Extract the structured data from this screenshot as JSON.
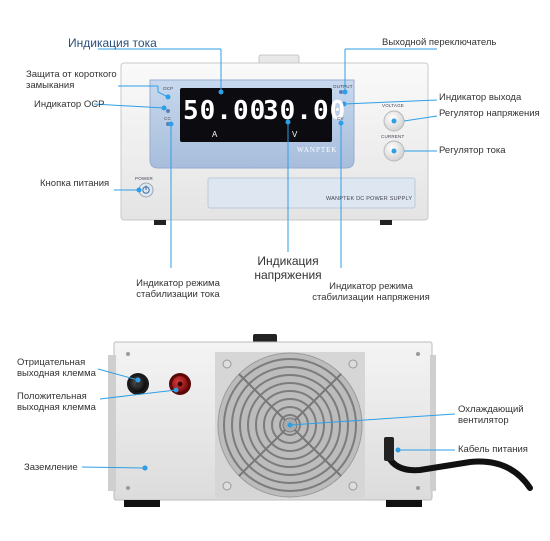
{
  "front": {
    "display": {
      "current_value": "50.00",
      "current_unit": "A",
      "voltage_value": "30.00",
      "voltage_unit": "V",
      "brand": "WANPTEK",
      "ocp_tag": "OCP",
      "output_tag": "OUTPUT",
      "cc_tag": "CC",
      "cv_tag": "CV"
    },
    "panel": {
      "power_label": "POWER",
      "voltage_knob_label": "VOLTAGE",
      "current_knob_label": "CURRENT",
      "nameplate": "WANPTEK DC POWER SUPPLY"
    },
    "callouts": {
      "current_indication": "Индикация тока",
      "short_circuit": "Защита от короткого\nзамыкания",
      "ocp_indicator": "Индикатор OCP",
      "power_button": "Кнопка питания",
      "cc_mode": "Индикатор режима\nстабилизации тока",
      "output_switch": "Выходной переключатель",
      "output_indicator": "Индикатор выхода",
      "voltage_regulator": "Регулятор напряжения",
      "current_regulator": "Регулятор тока",
      "voltage_indication": "Индикация\nнапряжения",
      "cv_mode": "Индикатор режима\nстабилизации напряжения"
    }
  },
  "back": {
    "callouts": {
      "negative_terminal": "Отрицательная\nвыходная клемма",
      "positive_terminal": "Положительная\nвыходная клемма",
      "ground": "Заземление",
      "cooling_fan": "Охлаждающий\nвентилятор",
      "power_cable": "Кабель питания"
    }
  },
  "colors": {
    "callout_line": "#2e9fe6",
    "callout_dot": "#2e9fe6",
    "display_bg": "#0b0b10",
    "panel_blue": "#b9cde6",
    "chassis": "#f0f0f0",
    "terminal_red": "#b01818",
    "terminal_black": "#111111"
  }
}
